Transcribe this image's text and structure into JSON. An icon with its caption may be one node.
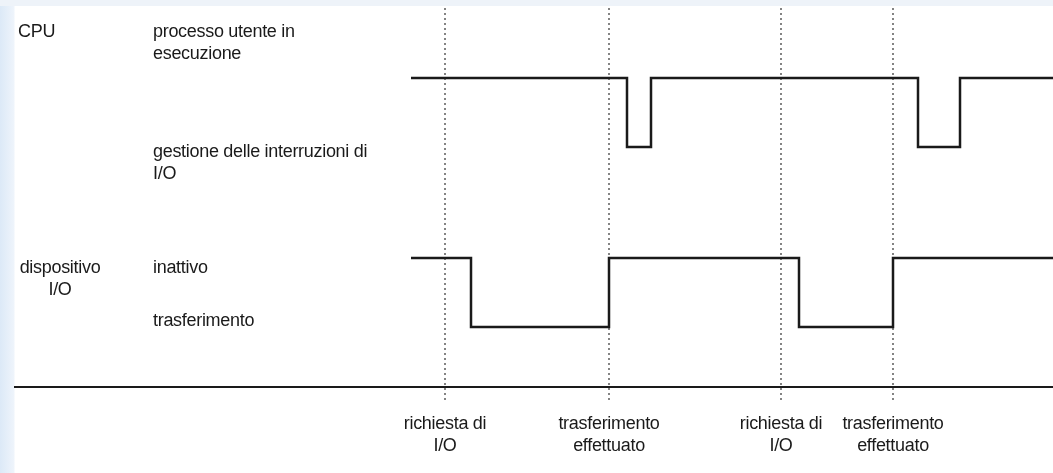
{
  "diagram": {
    "labels": [
      "CPU",
      "processo utente in esecuzione",
      "gestione delle interruzioni di I/O",
      "dispositivo I/O",
      "inattivo",
      "trasferimento",
      "richiesta di I/O",
      "trasferimento effettuato",
      "richiesta di I/O",
      "trasferimento effettuato"
    ]
  }
}
